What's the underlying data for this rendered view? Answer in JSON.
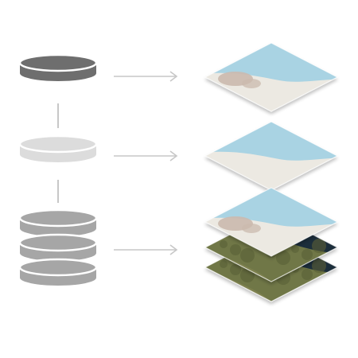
{
  "diagram": {
    "rows": [
      {
        "source": {
          "icon": "single-database-icon",
          "disks": 1,
          "color": "#6e6e6e"
        },
        "arrow_color": "#c7c7c7",
        "layers": [
          "street-map"
        ]
      },
      {
        "source": {
          "icon": "single-database-icon",
          "disks": 1,
          "color": "#dcdcdc"
        },
        "arrow_color": "#c7c7c7",
        "layers": [
          "simplified-map"
        ]
      },
      {
        "source": {
          "icon": "stacked-database-icon",
          "disks": 3,
          "color": "#a6a6a6"
        },
        "arrow_color": "#c7c7c7",
        "layers": [
          "street-map",
          "satellite-imagery",
          "satellite-imagery"
        ]
      }
    ],
    "connector_color": "#c7c7c7",
    "map_colors": {
      "sea": "#a9d3e3",
      "land": "#ece9e2",
      "urban": "#cbb9ae",
      "imagery_land": "#6f7746",
      "imagery_land_light": "#8a8a5a",
      "imagery_sea": "#1e2d3a"
    }
  }
}
